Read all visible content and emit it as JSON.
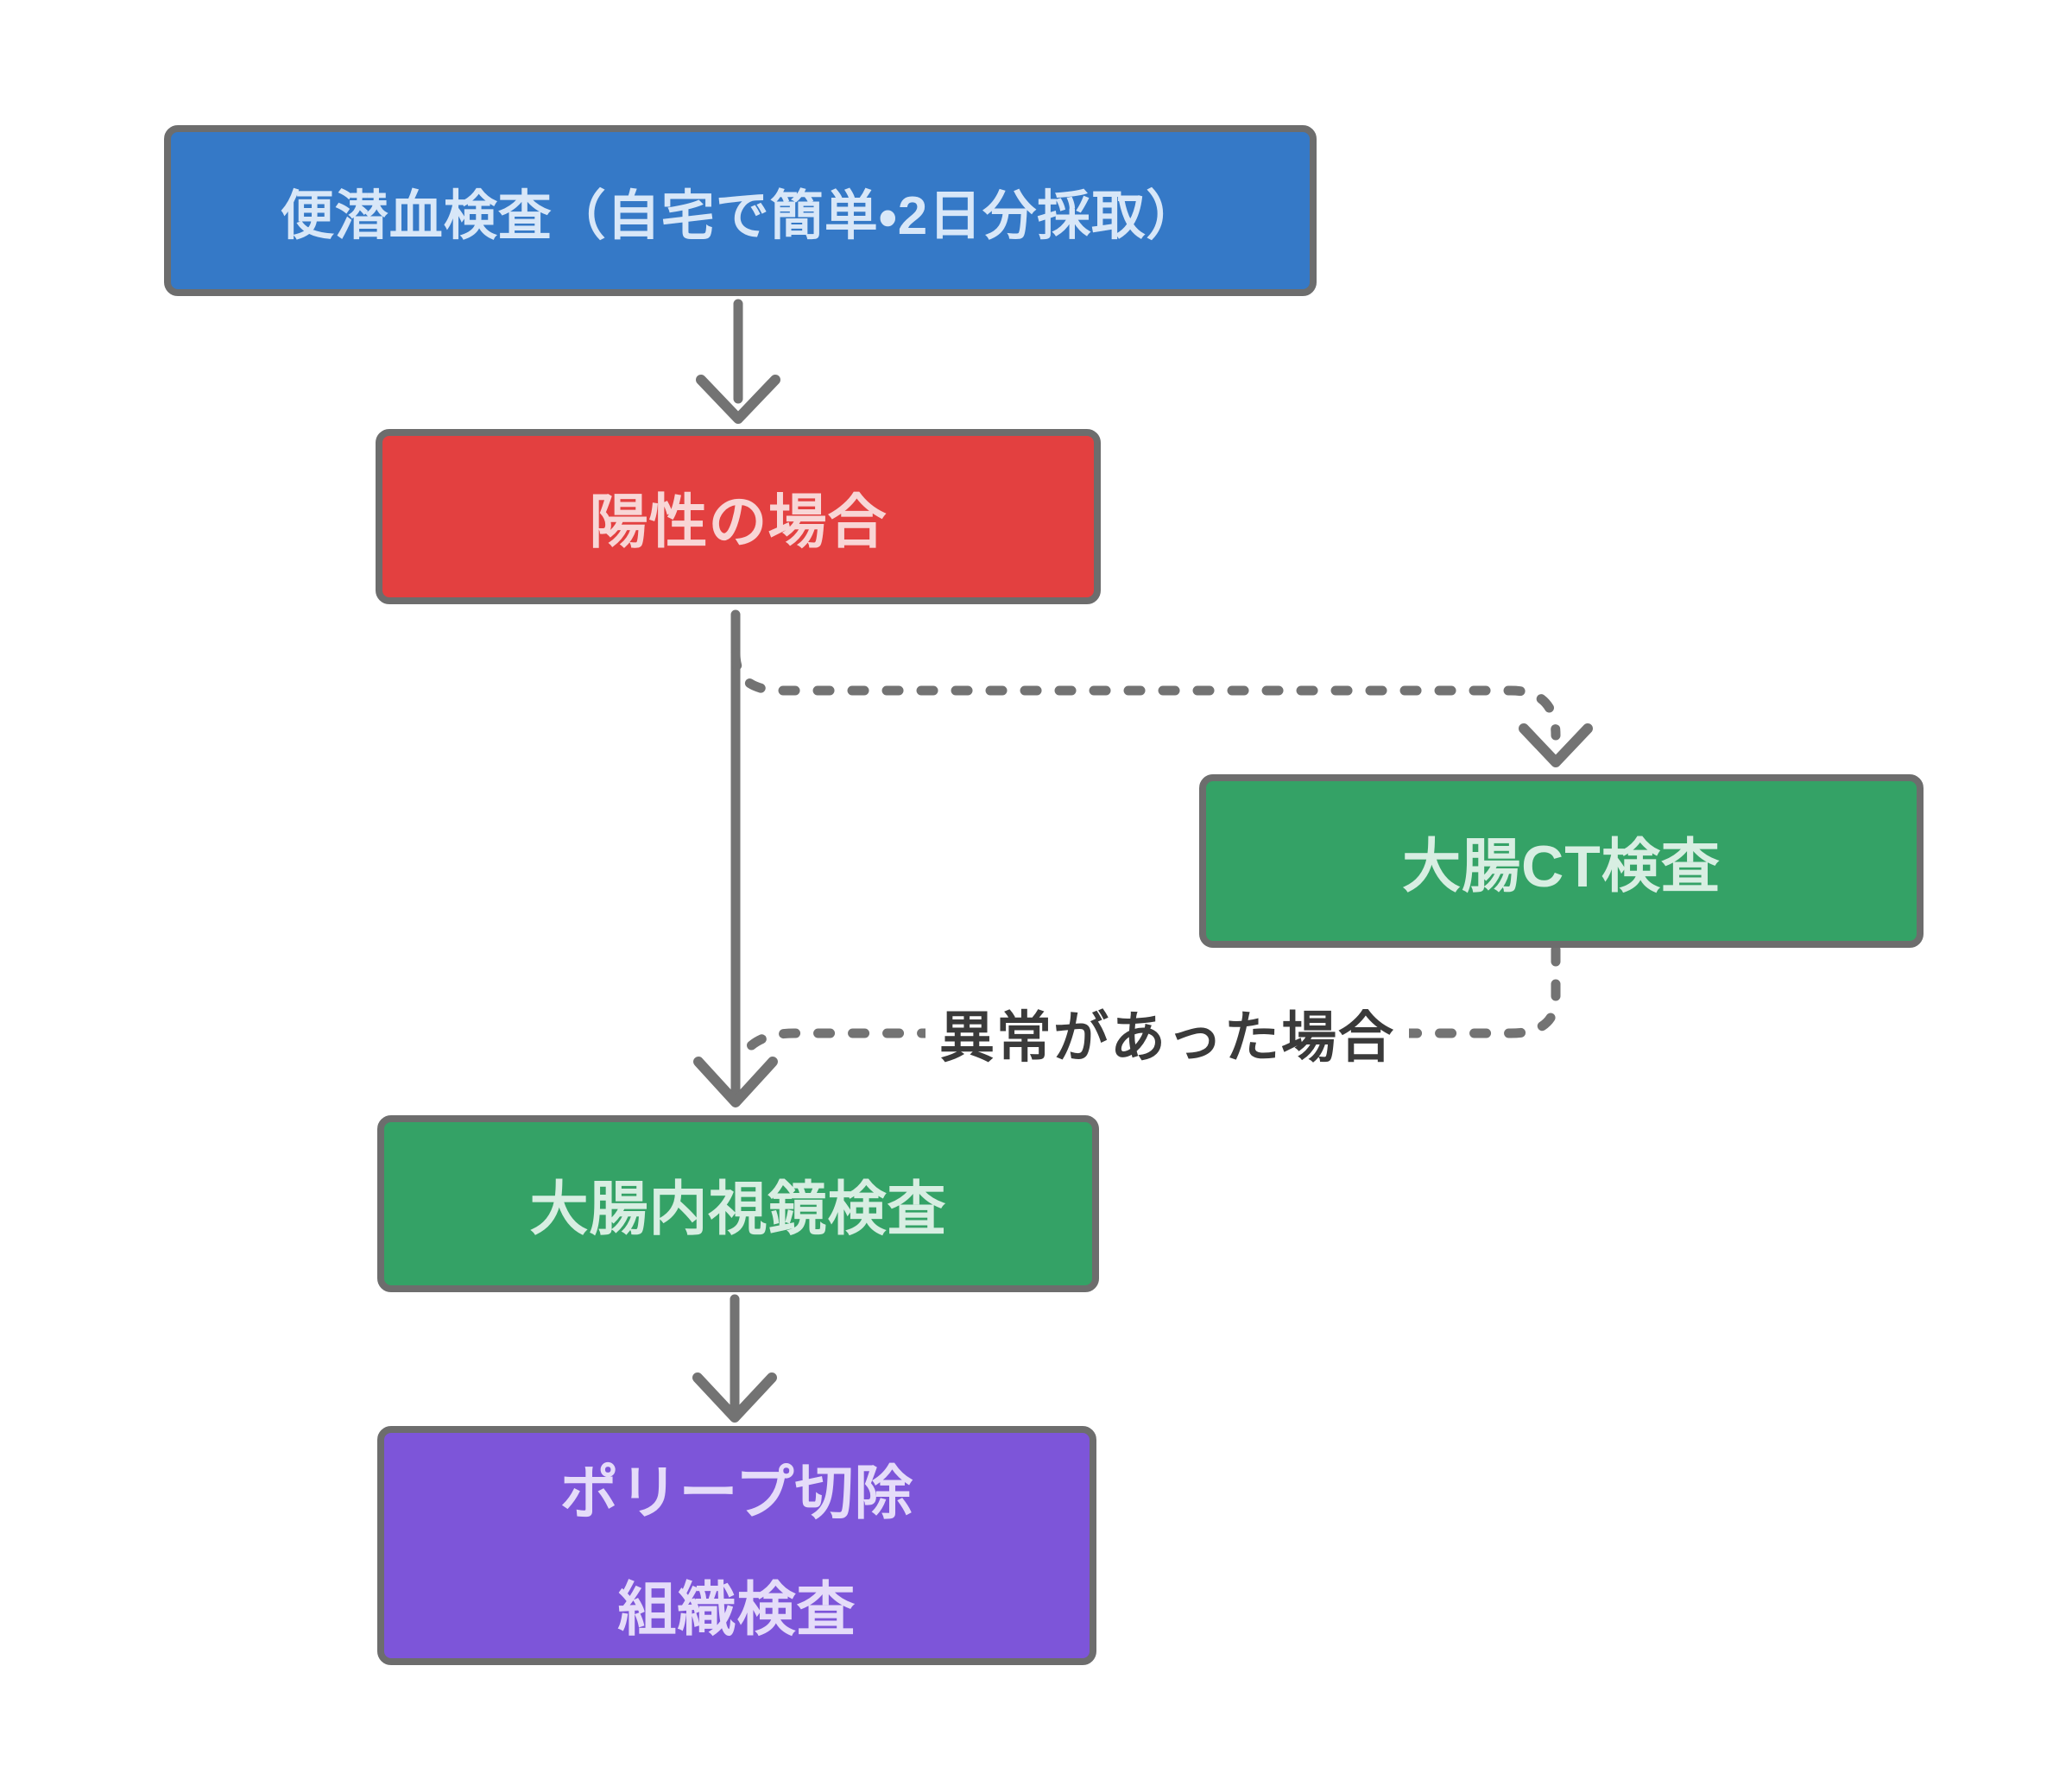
{
  "diagram": {
    "background_color": "#ffffff",
    "connector_color": "#737373",
    "node_border_color": "#6d6d6d",
    "nodes": {
      "fobt": {
        "label": "便潜血検査（自宅で簡単・2日分採取）",
        "fill": "#3579c7",
        "text_color": "#d8e7f8"
      },
      "positive": {
        "label": "陽性の場合",
        "fill": "#e34040",
        "text_color": "#f8d6d6"
      },
      "ct": {
        "label": "大腸CT検査",
        "fill": "#34a266",
        "text_color": "#d8eee2"
      },
      "colonoscopy": {
        "label": "大腸内視鏡検査",
        "fill": "#34a266",
        "text_color": "#d8eee2"
      },
      "polypectomy": {
        "lines": [
          "ポリープ切除",
          "組織検査"
        ],
        "fill": "#7d55d9",
        "text_color": "#e5dcf9"
      }
    },
    "edge_label": {
      "text": "異常があった場合",
      "color": "#3a3a3a"
    }
  }
}
